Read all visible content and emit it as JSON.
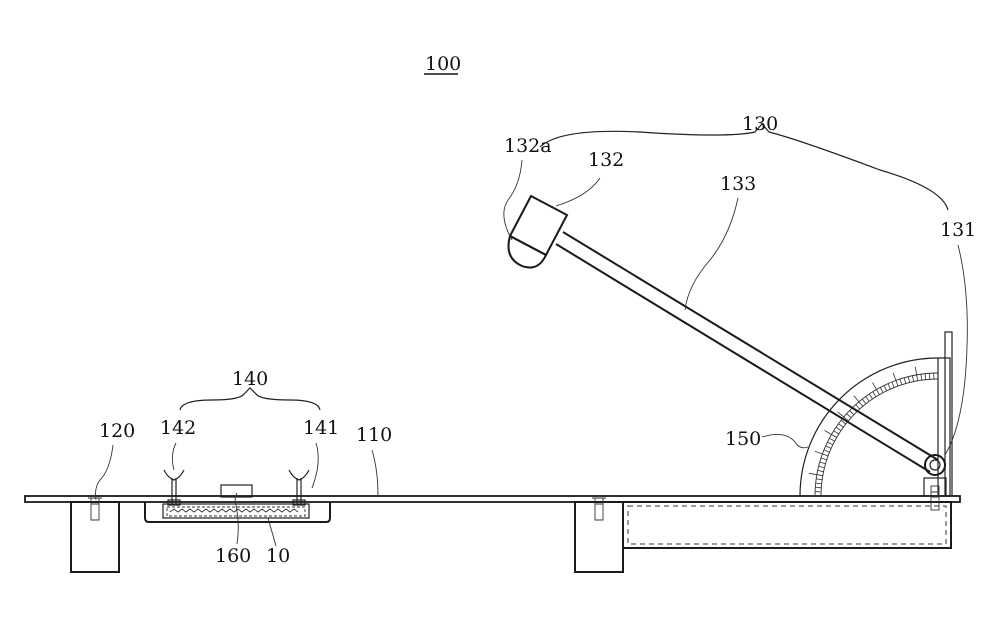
{
  "figure": {
    "reference_numeral": "100",
    "labels": {
      "base_plate": "110",
      "support_legs": "120",
      "impact_unit": "130",
      "hinge": "131",
      "impact_head": "132",
      "head_tip": "132a",
      "arm": "133",
      "clamp_unit": "140",
      "clamp_right": "141",
      "clamp_left": "142",
      "protractor": "150",
      "sample_holder": "160",
      "specimen": "10"
    }
  }
}
